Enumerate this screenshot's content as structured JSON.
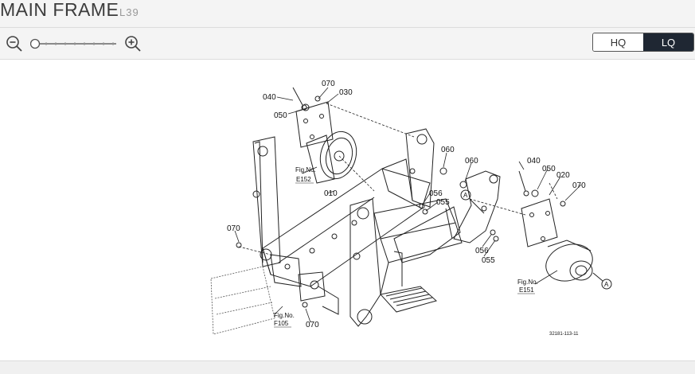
{
  "header": {
    "title": "MAIN FRAME",
    "model": "L39"
  },
  "toolbar": {
    "zoom_out_icon": "zoom-out-icon",
    "zoom_in_icon": "zoom-in-icon",
    "zoom_level": 0
  },
  "quality": {
    "hq_label": "HQ",
    "lq_label": "LQ",
    "selected": "LQ"
  },
  "diagram": {
    "callouts": {
      "c040a": "040",
      "c070a": "070",
      "c030": "030",
      "c050a": "050",
      "c060a": "060",
      "c060b": "060",
      "c040b": "040",
      "c050b": "050",
      "c020": "020",
      "c070b": "070",
      "c010": "010",
      "c056a": "056",
      "c055a": "055",
      "c056b": "056",
      "c055b": "055",
      "c070c": "070",
      "c070d": "070"
    },
    "figrefs": {
      "e152_a": "Fig.No.",
      "e152_b": "E152",
      "e151_a": "Fig.No.",
      "e151_b": "E151",
      "f105_a": "Fig.No.",
      "f105_b": "F105"
    },
    "markers": {
      "a1": "A",
      "a2": "A"
    },
    "drawing_number": "32181-113-11"
  }
}
